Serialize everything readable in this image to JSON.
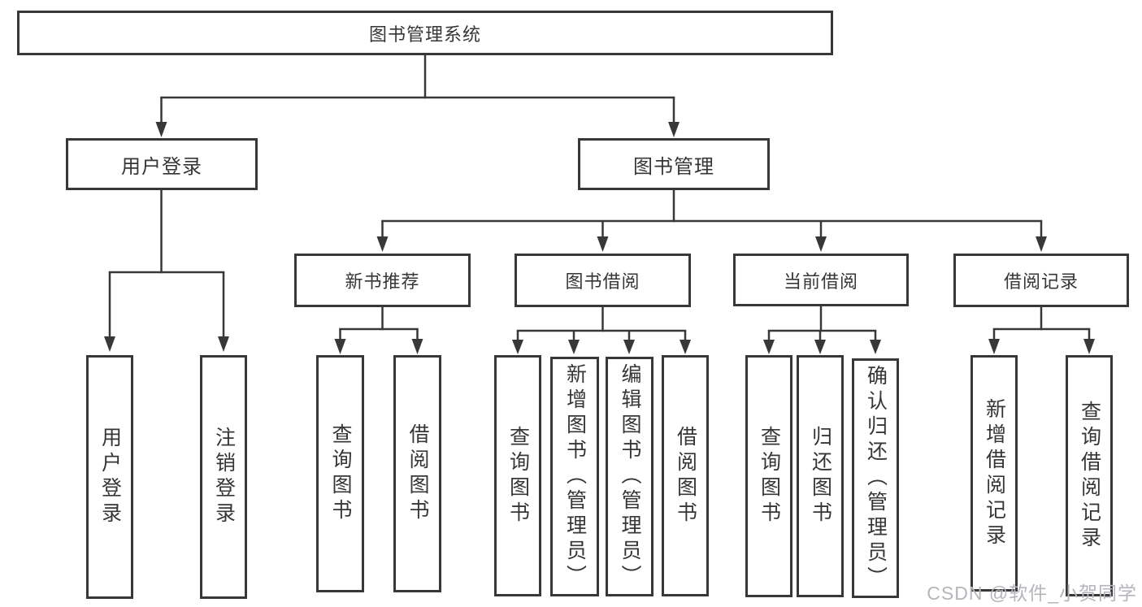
{
  "diagram": {
    "root_label": "图书管理系统",
    "nodes": {
      "user_login": "用户登录",
      "book_management": "图书管理",
      "new_book_recommend": "新书推荐",
      "book_borrow": "图书借阅",
      "current_borrow": "当前借阅",
      "borrow_records": "借阅记录"
    },
    "leaves": {
      "user_login": [
        "用户登录",
        "注销登录"
      ],
      "new_book_recommend": [
        "查询图书",
        "借阅图书"
      ],
      "book_borrow": [
        "查询图书",
        "新增图书（管理员）",
        "编辑图书（管理员）",
        "借阅图书"
      ],
      "current_borrow": [
        "查询图书",
        "归还图书",
        "确认归还（管理员）"
      ],
      "borrow_records": [
        "新增借阅记录",
        "查询借阅记录"
      ]
    }
  },
  "watermark": {
    "text": "CSDN @软件_小贺同学"
  },
  "colors": {
    "line": "#383838",
    "text": "#363636",
    "box_background": "#ffffff",
    "page_background": "#ffffff",
    "watermark": "#b4b6bb"
  }
}
